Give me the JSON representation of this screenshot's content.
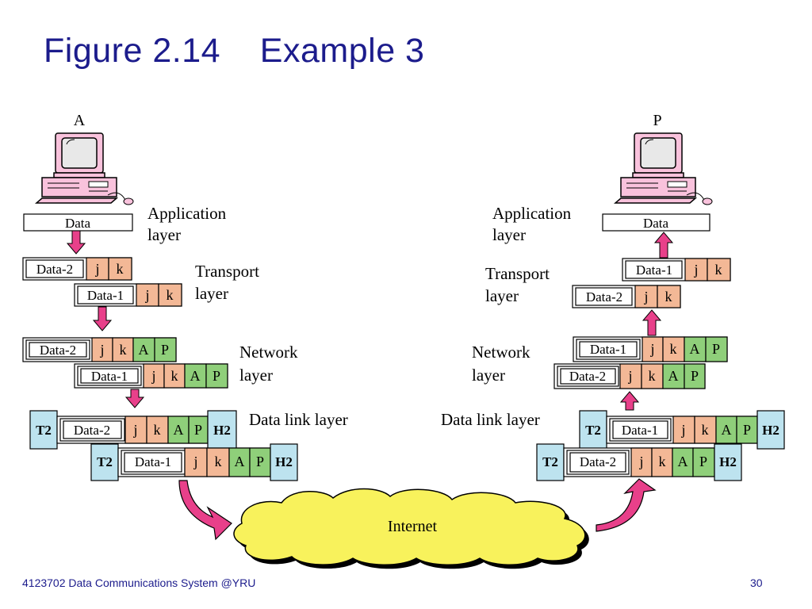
{
  "slide": {
    "title": "Figure 2.14    Example 3"
  },
  "footer": {
    "left": "4123702 Data Communications System @YRU",
    "page_number": "30"
  },
  "hosts": {
    "source": "A",
    "destination": "P"
  },
  "layers": {
    "application_left": [
      "Application",
      "layer"
    ],
    "transport_left": [
      "Transport",
      "layer"
    ],
    "network_left": [
      "Network",
      "layer"
    ],
    "datalink_left": "Data link layer",
    "application_right": [
      "Application",
      "layer"
    ],
    "transport_right": [
      "Transport",
      "layer"
    ],
    "network_right": [
      "Network",
      "layer"
    ],
    "datalink_right": "Data link layer"
  },
  "labels": {
    "data": "Data",
    "data1": "Data-1",
    "data2": "Data-2",
    "port_j": "j",
    "port_k": "k",
    "logical_a": "A",
    "logical_p": "P",
    "trailer": "T2",
    "header": "H2",
    "internet": "Internet"
  },
  "colors": {
    "port": "#f3b896",
    "logical": "#8fcf7a",
    "physical": "#bde3ef",
    "arrow": "#e8408a",
    "cloud": "#f8f25c",
    "pc": "#f9c2dc",
    "title": "#1c1c8c"
  }
}
